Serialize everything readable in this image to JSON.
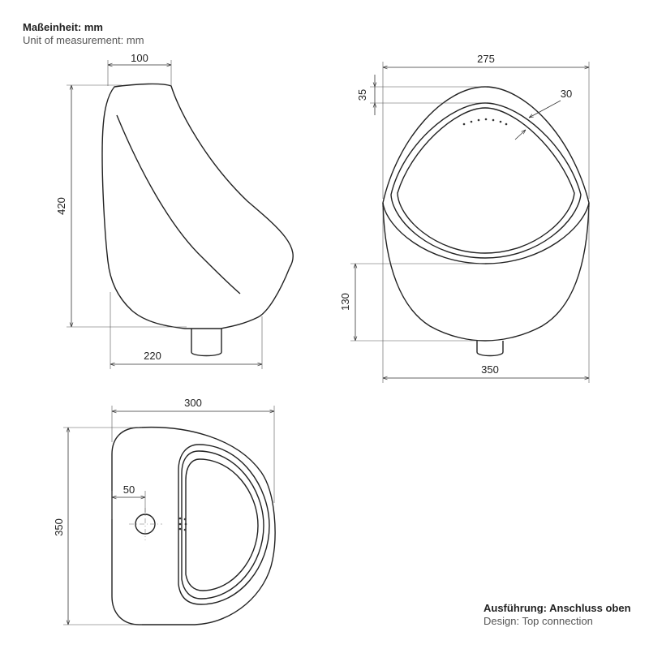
{
  "header": {
    "unit_de": "Maßeinheit: mm",
    "unit_en": "Unit of measurement: mm"
  },
  "footer": {
    "design_de": "Ausführung: Anschluss oben",
    "design_en": "Design: Top connection"
  },
  "dimensions": {
    "side_top_width": "100",
    "side_height": "420",
    "side_depth": "220",
    "front_top_width": "275",
    "front_rim_height": "35",
    "front_rim_width": "30",
    "front_lower_height": "130",
    "front_width": "350",
    "top_depth": "300",
    "top_width": "350",
    "top_inlet_diameter": "50"
  },
  "colors": {
    "line": "#222222",
    "background": "#ffffff"
  }
}
